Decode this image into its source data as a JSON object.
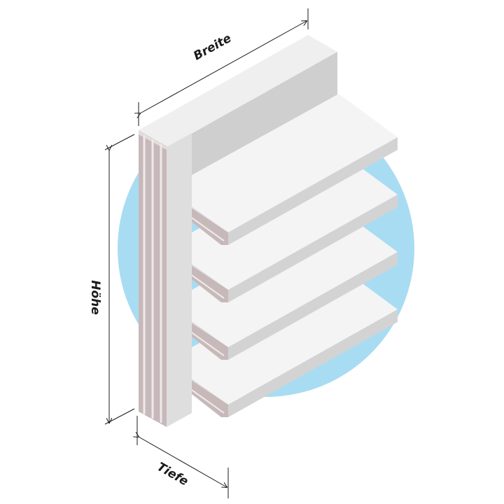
{
  "labels": {
    "width": "Breite",
    "height": "Höhe",
    "depth": "Tiefe"
  },
  "colors": {
    "backdrop": "#a8dcf3",
    "shelf_top": "#f4f4f4",
    "shelf_front": "#d3d3d3",
    "shelf_side": "#dcdcdc",
    "back_panel": "#cfcfcf",
    "upright": "#c7b9ba",
    "line": "#1a1a1a"
  },
  "shelf_count": 4
}
